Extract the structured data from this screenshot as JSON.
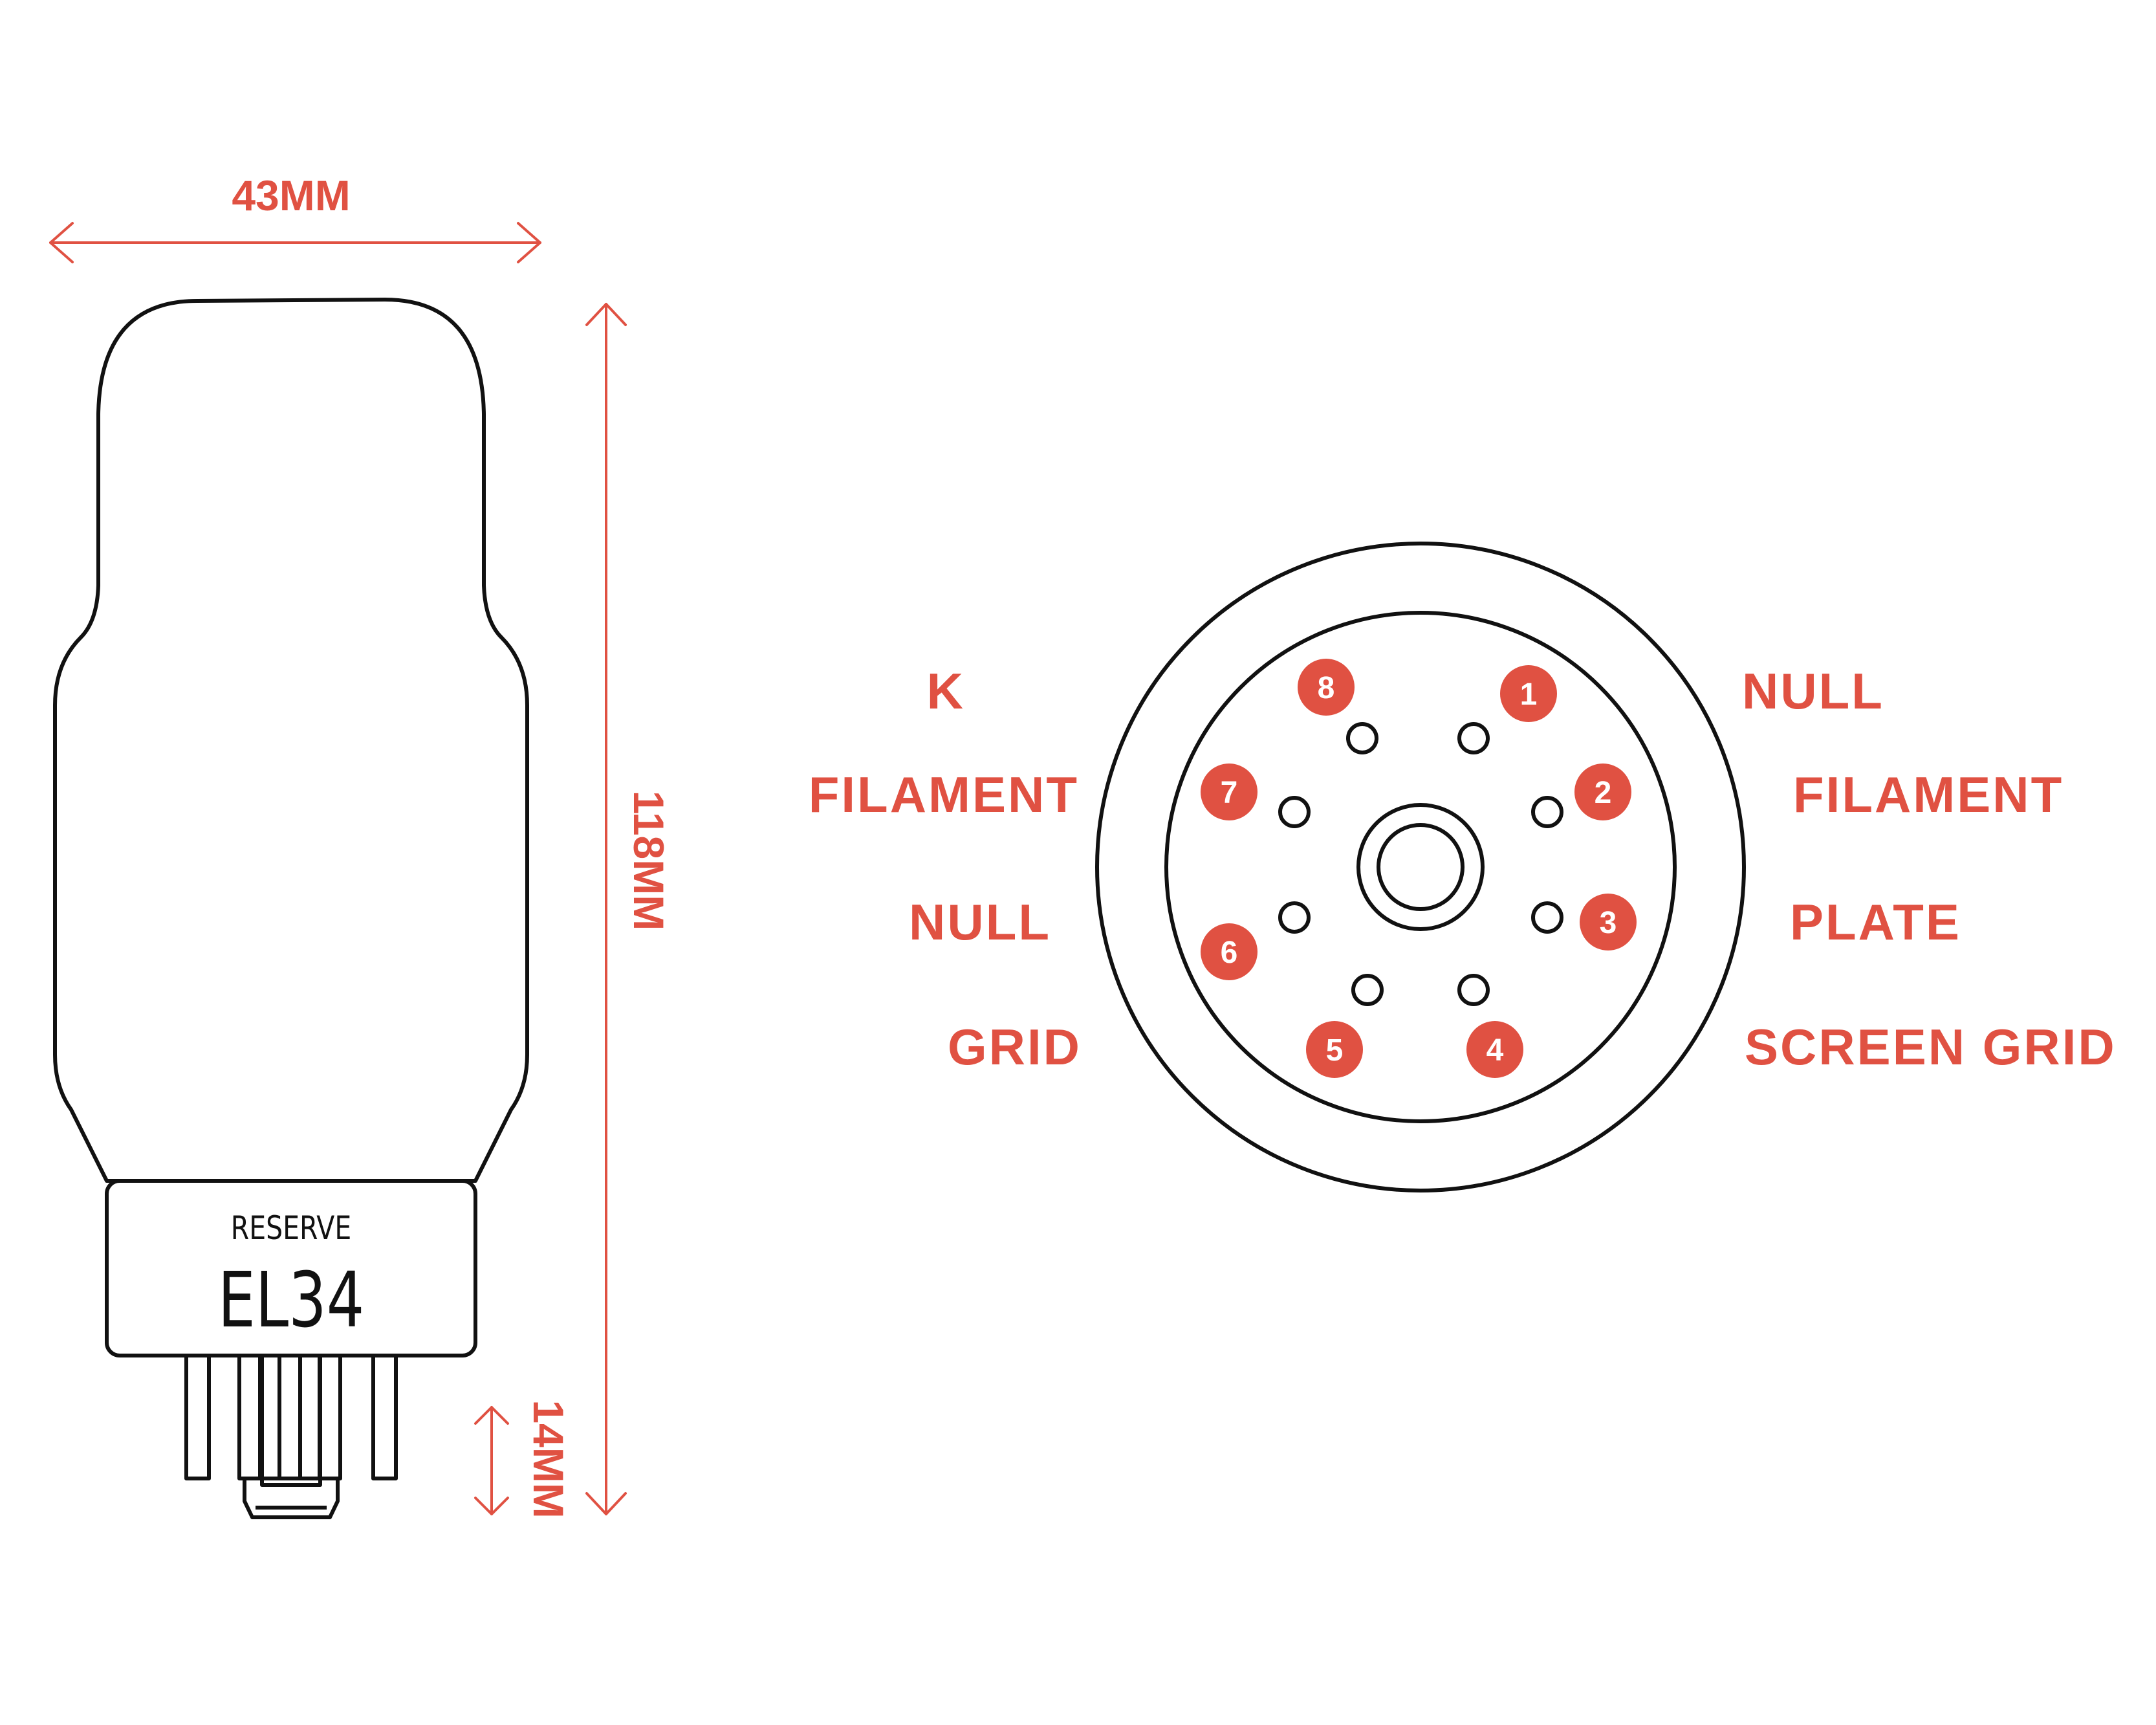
{
  "dimensions": {
    "width": "43MM",
    "height": "118MM",
    "pin_length": "14MM"
  },
  "tube": {
    "brand": "RESERVE",
    "model": "EL34"
  },
  "pins": [
    {
      "number": "1",
      "label": "NULL"
    },
    {
      "number": "2",
      "label": "FILAMENT"
    },
    {
      "number": "3",
      "label": "PLATE"
    },
    {
      "number": "4",
      "label": "SCREEN GRID"
    },
    {
      "number": "5",
      "label": "GRID"
    },
    {
      "number": "6",
      "label": "NULL"
    },
    {
      "number": "7",
      "label": "FILAMENT"
    },
    {
      "number": "8",
      "label": "K"
    }
  ],
  "colors": {
    "accent": "#E05142",
    "outline": "#111111",
    "background": "#ffffff"
  }
}
